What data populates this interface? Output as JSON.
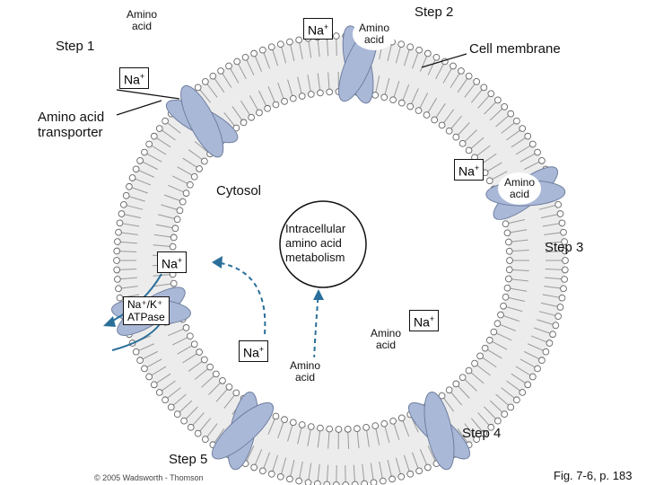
{
  "labels": {
    "step1": "Step 1",
    "step2": "Step 2",
    "step3": "Step 3",
    "step4": "Step 4",
    "step5": "Step 5",
    "cell_membrane": "Cell membrane",
    "transporter": "Amino acid\ntransporter",
    "cytosol": "Cytosol",
    "metabolism": "Intracellular\namino acid\nmetabolism",
    "atpase": "Na⁺/K⁺\nATPase",
    "copyright": "© 2005 Wadsworth - Thomson",
    "figure": "Fig. 7-6, p. 183"
  },
  "na": "Na",
  "na_plus": "+",
  "amino_acid": "Amino\nacid",
  "colors": {
    "protein": "#aab8d8",
    "protein_edge": "#6f7f9f",
    "lipid": "#9a9a9a",
    "membrane_fill": "#ececec",
    "arrow": "#2a6f9a"
  }
}
